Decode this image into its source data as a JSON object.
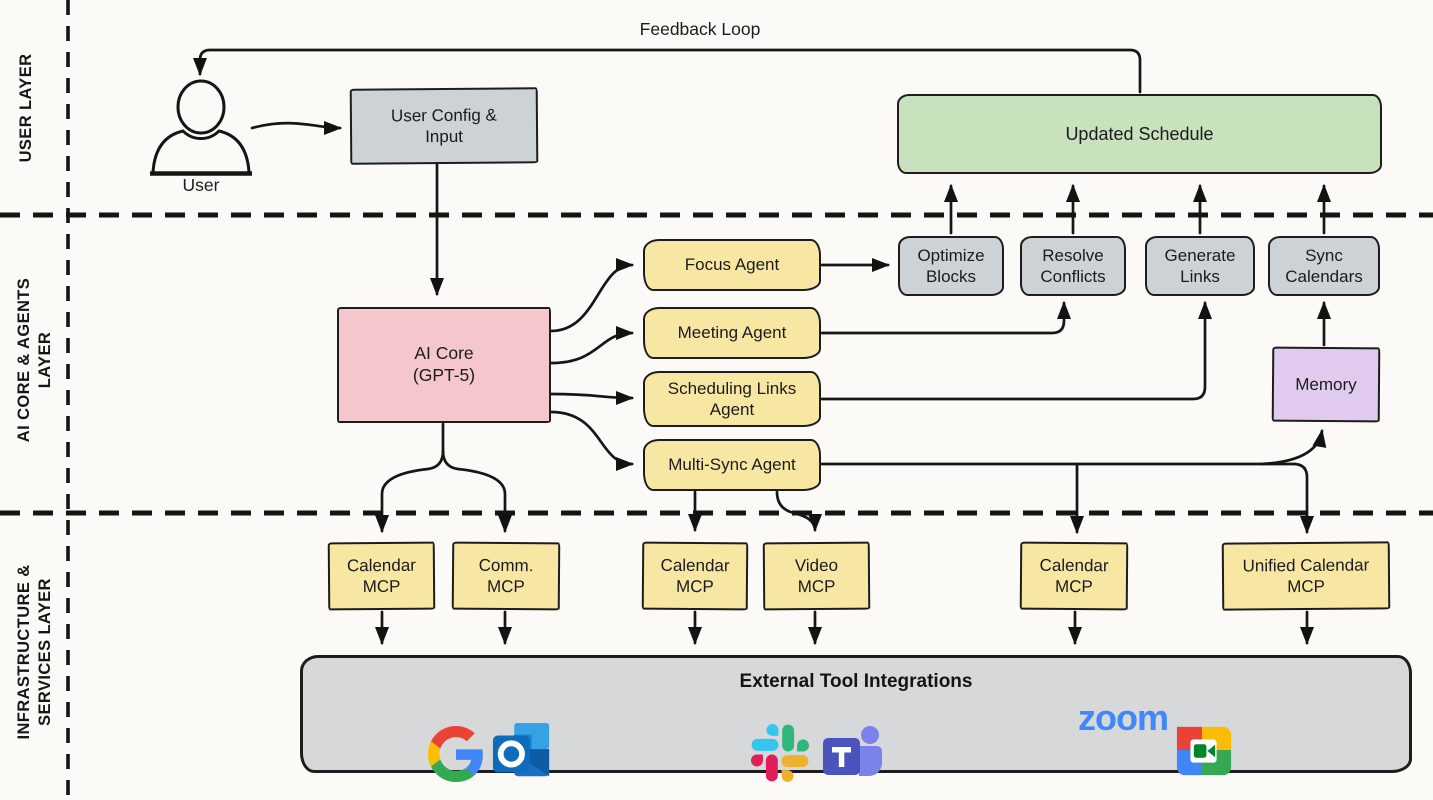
{
  "diagram": {
    "feedback_label": "Feedback Loop",
    "layers": {
      "user": "USER LAYER",
      "ai": "AI CORE & AGENTS\nLAYER",
      "infra": "INFRASTRUCTURE &\nSERVICES LAYER"
    },
    "nodes": {
      "user": "User",
      "user_config": "User Config &\nInput",
      "updated_schedule": "Updated Schedule",
      "ai_core": "AI Core\n(GPT-5)",
      "focus_agent": "Focus Agent",
      "meeting_agent": "Meeting Agent",
      "scheduling_links_agent": "Scheduling Links\nAgent",
      "multi_sync_agent": "Multi-Sync Agent",
      "optimize_blocks": "Optimize\nBlocks",
      "resolve_conflicts": "Resolve\nConflicts",
      "generate_links": "Generate\nLinks",
      "sync_calendars": "Sync\nCalendars",
      "memory": "Memory",
      "calendar_mcp_1": "Calendar\nMCP",
      "comm_mcp": "Comm.\nMCP",
      "calendar_mcp_2": "Calendar\nMCP",
      "video_mcp": "Video\nMCP",
      "calendar_mcp_3": "Calendar\nMCP",
      "unified_calendar_mcp": "Unified Calendar\nMCP"
    },
    "external_tools": {
      "title": "External Tool Integrations",
      "zoom_wordmark": "zoom",
      "logos": [
        "google-icon",
        "outlook-icon",
        "slack-icon",
        "teams-icon",
        "zoom-logo",
        "google-meet-icon"
      ]
    },
    "colors": {
      "background": "#fbfaf7",
      "agent_yellow": "#f8e7a3",
      "action_gray": "#cdd2d7",
      "core_pink": "#f5c6cb",
      "schedule_green": "#c8e2bd",
      "memory_purple": "#e0cbee",
      "integration_gray": "#d6d8da",
      "line_black": "#161616",
      "zoom_blue": "#4087fc"
    }
  }
}
